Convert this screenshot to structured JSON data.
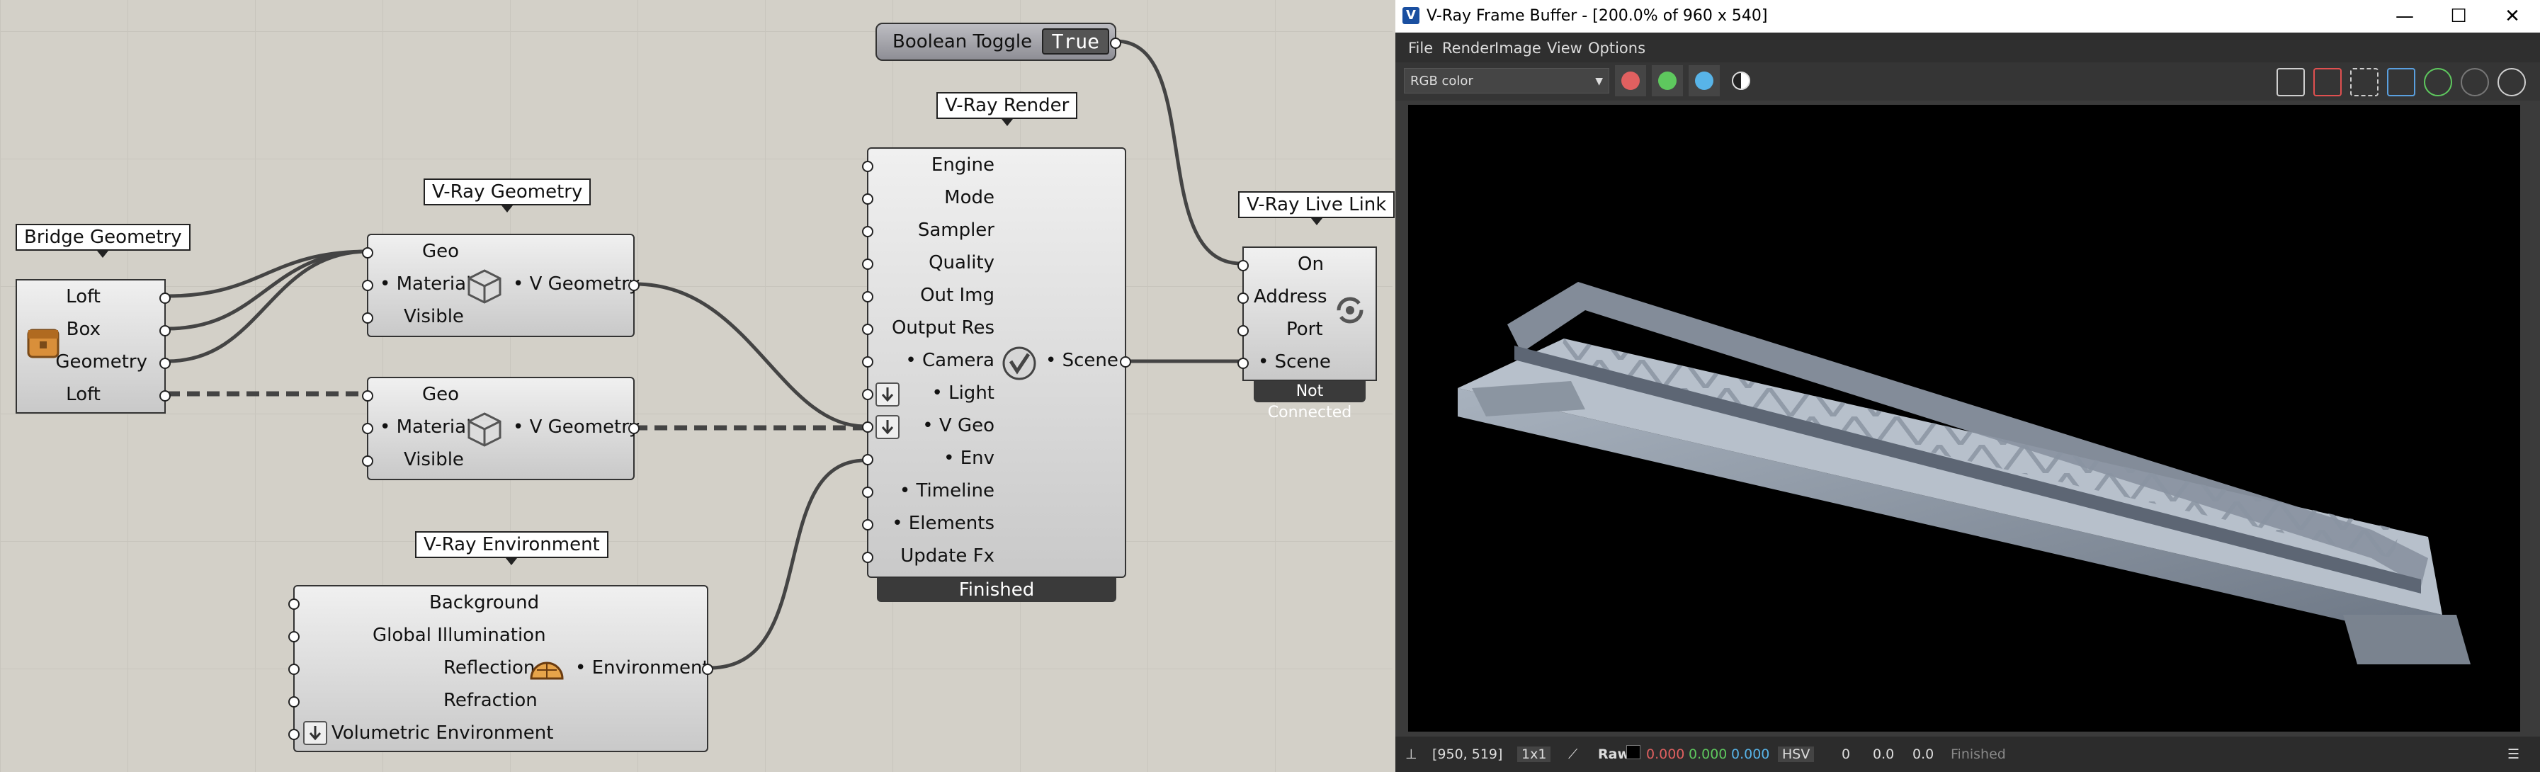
{
  "canvas": {
    "components": {
      "bridge": {
        "title": "Bridge Geometry",
        "outputs": [
          "Loft",
          "Box",
          "Geometry",
          "Loft"
        ],
        "icon": "package-icon"
      },
      "geom1": {
        "title": "V-Ray Geometry",
        "inputs": [
          "Geo",
          "• Material",
          "Visible"
        ],
        "output": "• V Geometry",
        "icon": "cube-icon"
      },
      "geom2": {
        "inputs": [
          "Geo",
          "• Material",
          "Visible"
        ],
        "output": "• V Geometry",
        "icon": "cube-icon"
      },
      "render": {
        "title": "V-Ray Render",
        "inputs": [
          "Engine",
          "Mode",
          "Sampler",
          "Quality",
          "Out Img",
          "Output Res",
          "• Camera",
          "• Light",
          "• V Geo",
          "• Env",
          "• Timeline",
          "• Elements",
          "Update Fx"
        ],
        "output": "• Scene",
        "status": "Finished",
        "icon": "vray-icon"
      },
      "env": {
        "title": "V-Ray Environment",
        "inputs": [
          "Background",
          "Global Illumination",
          "Reflection",
          "Refraction",
          "Volumetric Environment"
        ],
        "output": "• Environment",
        "icon": "dome-icon"
      },
      "toggle": {
        "label": "Boolean Toggle",
        "value": "True"
      },
      "livelink": {
        "title": "V-Ray Live Link",
        "inputs": [
          "On",
          "Address",
          "Port",
          "• Scene"
        ],
        "status": "Not Connected",
        "icon": "sync-icon"
      }
    }
  },
  "vfb": {
    "title": "V-Ray Frame Buffer - [200.0% of 960 x 540]",
    "window_buttons": [
      "—",
      "☐",
      "✕"
    ],
    "menu": [
      "File",
      "Render",
      "Image",
      "View",
      "Options"
    ],
    "channel": "RGB color",
    "colors": {
      "red": "#e06060",
      "green": "#5ec85e",
      "blue": "#58b4e8"
    },
    "status": {
      "coords": "[950, 519]",
      "zoom": "1x1",
      "mode": "Raw",
      "r": "0.000",
      "g": "0.000",
      "b": "0.000",
      "space": "HSV",
      "h": "0",
      "s": "0.0",
      "v": "0.0",
      "state": "Finished"
    }
  }
}
